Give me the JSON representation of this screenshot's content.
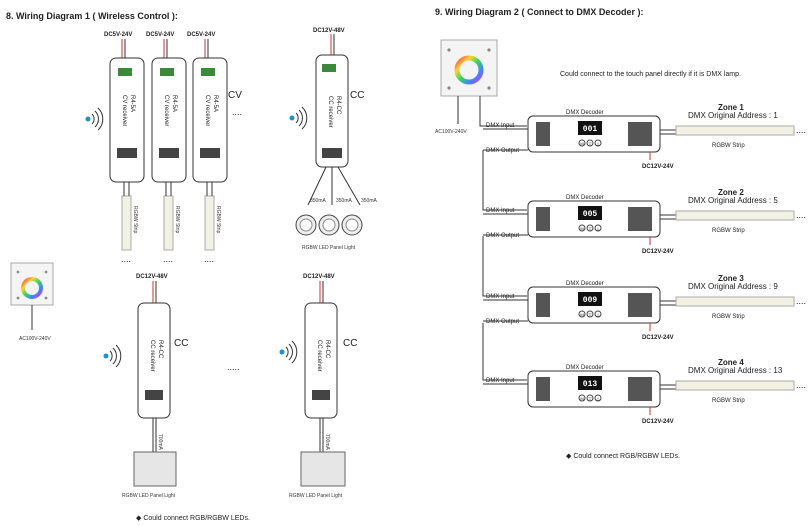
{
  "diagram1": {
    "title": "8. Wiring Diagram 1 ( Wireless Control ):",
    "cv_power": [
      "DC5V-24V",
      "DC5V-24V",
      "DC5V-24V"
    ],
    "cv_receiver_lines": [
      "CV receiver",
      "R4-5A"
    ],
    "cv_label": "CV",
    "cv_dots": "....",
    "rgbw_strip": "RGBW Strip",
    "cc_power_top": "DC12V-48V",
    "cc_receiver_lines": [
      "CC receiver",
      "R4-CC"
    ],
    "cc_label": "CC",
    "cc_currents": [
      "350mA",
      "350mA",
      "350mA"
    ],
    "panel_light_label": "RGBW LED Panel Light",
    "panel_ac": "AC100V-240V",
    "cc_power_bottom": [
      "DC12V-48V",
      "DC12V-48V"
    ],
    "cc_current_bottom": [
      "700mA",
      "700mA"
    ],
    "bottom_dots": ".....",
    "note": "◆ Could connect RGB/RGBW LEDs."
  },
  "diagram2": {
    "title": "9. Wiring Diagram 2 ( Connect to DMX Decoder ):",
    "touch_note": "Could connect to the touch panel directly if it is DMX lamp.",
    "panel_ac": "AC100V-240V",
    "decoder_name": "DMX Decoder",
    "dmx_input": "DMX Input",
    "dmx_output": "DMX Output",
    "decoder_power": "DC12V-24V",
    "strip_label": "RGBW Strip",
    "button_labels": [
      "M",
      "▽",
      "△"
    ],
    "zones": [
      {
        "zone": "Zone 1",
        "address": "DMX Original Address : 1",
        "display": "001"
      },
      {
        "zone": "Zone 2",
        "address": "DMX Original Address : 5",
        "display": "005"
      },
      {
        "zone": "Zone 3",
        "address": "DMX Original Address : 9",
        "display": "009"
      },
      {
        "zone": "Zone 4",
        "address": "DMX Original Address : 13",
        "display": "013"
      }
    ],
    "note": "◆ Could connect RGB/RGBW LEDs."
  }
}
